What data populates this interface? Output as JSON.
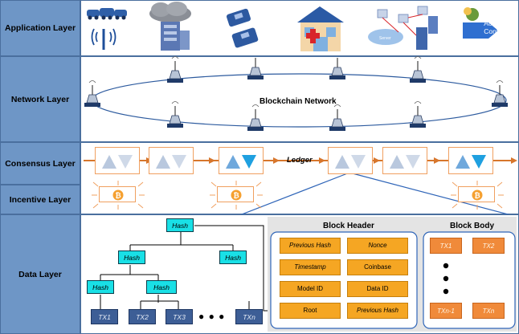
{
  "layers": {
    "application": "Application Layer",
    "network": "Network Layer",
    "consensus": "Consensus Layer",
    "incentive": "Incentive Layer",
    "data": "Data Layer"
  },
  "network": {
    "title": "Blockchain Network"
  },
  "application": {
    "access_control": "Access Control",
    "server_label": "Server"
  },
  "consensus": {
    "ledger": "Ledger"
  },
  "incentive": {
    "coin_symbol": "₿"
  },
  "merkle": {
    "hash": "Hash",
    "tx_labels": [
      "TX1",
      "TX2",
      "TX3",
      "TXn"
    ],
    "ellipsis": "● ● ●"
  },
  "block_header": {
    "title": "Block Header",
    "fields": [
      "Previous Hash",
      "Nonce",
      "Timestamp",
      "Coinbase",
      "Model ID",
      "Data ID",
      "Root",
      "Previous Hash"
    ]
  },
  "block_body": {
    "title": "Block Body",
    "tx": [
      "TX1",
      "TX2",
      "TXn-1",
      "TXn"
    ]
  },
  "colors": {
    "layer_panel": "#6e96c6",
    "hash_node": "#19e0e6",
    "tx_node": "#3d5e96",
    "header_field": "#f5a623",
    "body_tx": "#f08a3a",
    "chain_arrow": "#d7762c"
  }
}
